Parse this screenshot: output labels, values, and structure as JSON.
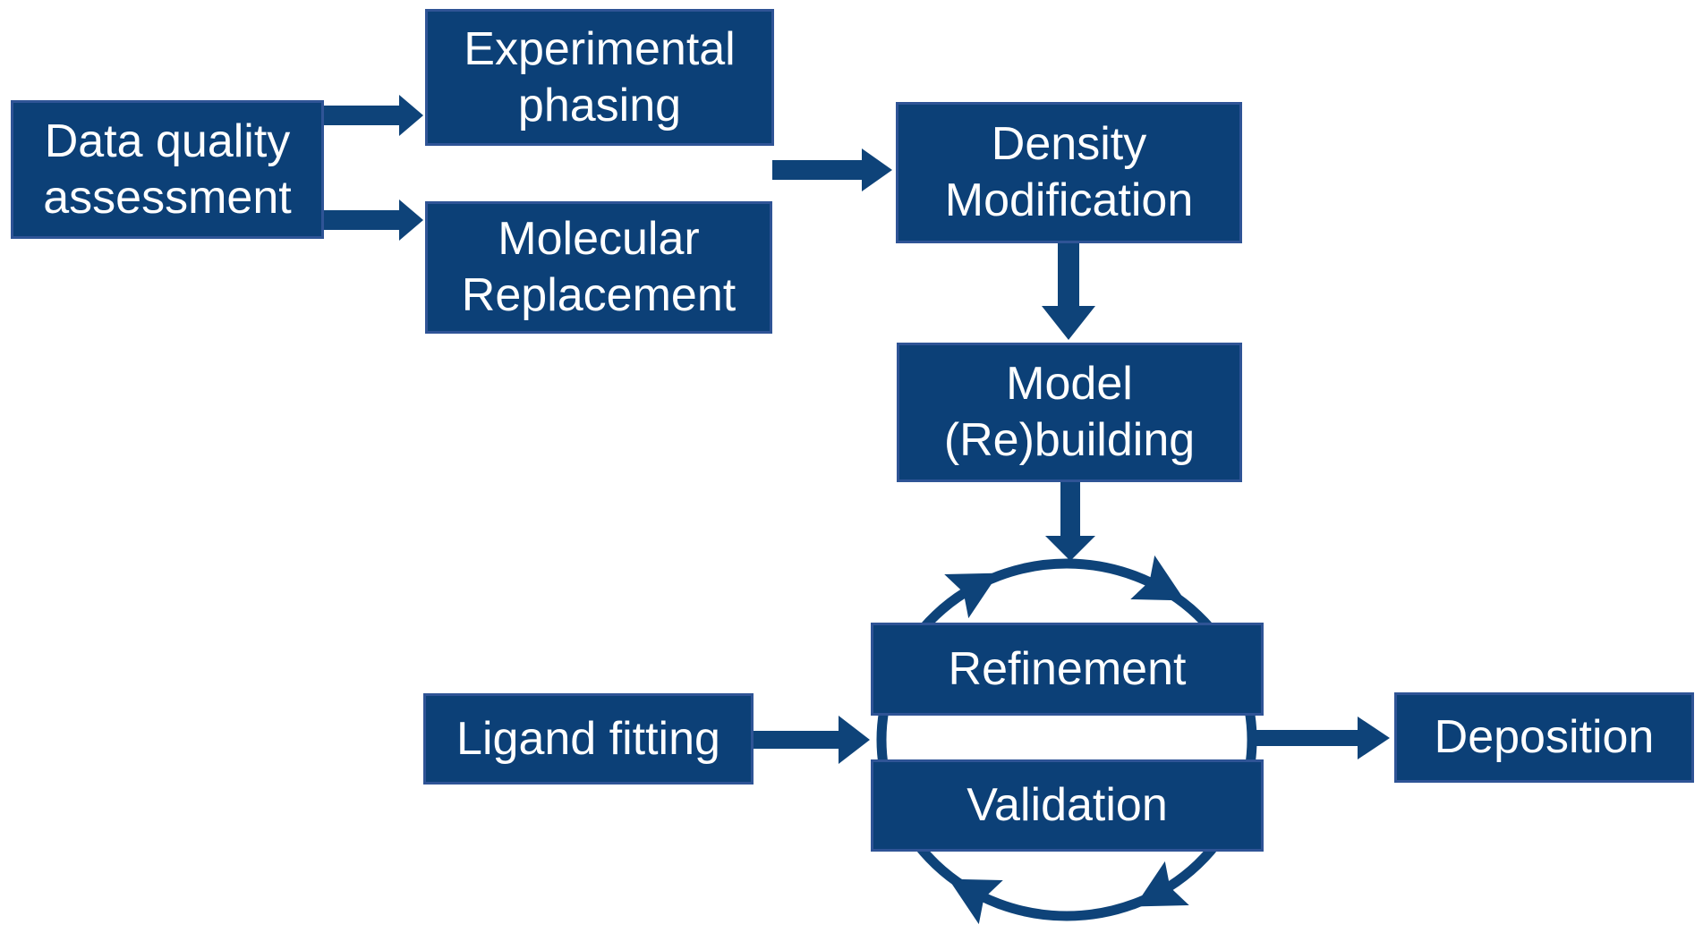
{
  "colors": {
    "box_fill": "#0c4077",
    "box_border": "#2f5496",
    "arrow_fill": "#0e4379",
    "text": "#ffffff",
    "background": "#ffffff"
  },
  "nodes": {
    "data_quality": {
      "lines": [
        "Data quality",
        "assessment"
      ]
    },
    "experimental_phasing": {
      "lines": [
        "Experimental",
        "phasing"
      ]
    },
    "molecular_replacement": {
      "lines": [
        "Molecular",
        "Replacement"
      ]
    },
    "density_modification": {
      "lines": [
        "Density",
        "Modification"
      ]
    },
    "model_rebuilding": {
      "lines": [
        "Model",
        "(Re)building"
      ]
    },
    "refinement": {
      "lines": [
        "Refinement"
      ]
    },
    "validation": {
      "lines": [
        "Validation"
      ]
    },
    "ligand_fitting": {
      "lines": [
        "Ligand fitting"
      ]
    },
    "deposition": {
      "lines": [
        "Deposition"
      ]
    }
  },
  "edges": [
    {
      "from": "data_quality",
      "to": "experimental_phasing"
    },
    {
      "from": "data_quality",
      "to": "molecular_replacement"
    },
    {
      "from": "experimental_phasing & molecular_replacement",
      "to": "density_modification"
    },
    {
      "from": "density_modification",
      "to": "model_rebuilding"
    },
    {
      "from": "model_rebuilding",
      "to": "refinement_validation_cycle"
    },
    {
      "from": "ligand_fitting",
      "to": "refinement_validation_cycle"
    },
    {
      "from": "refinement_validation_cycle",
      "to": "deposition"
    }
  ],
  "cycle": {
    "members": [
      "refinement",
      "validation"
    ],
    "direction": "clockwise",
    "arrowhead_count": 4
  }
}
